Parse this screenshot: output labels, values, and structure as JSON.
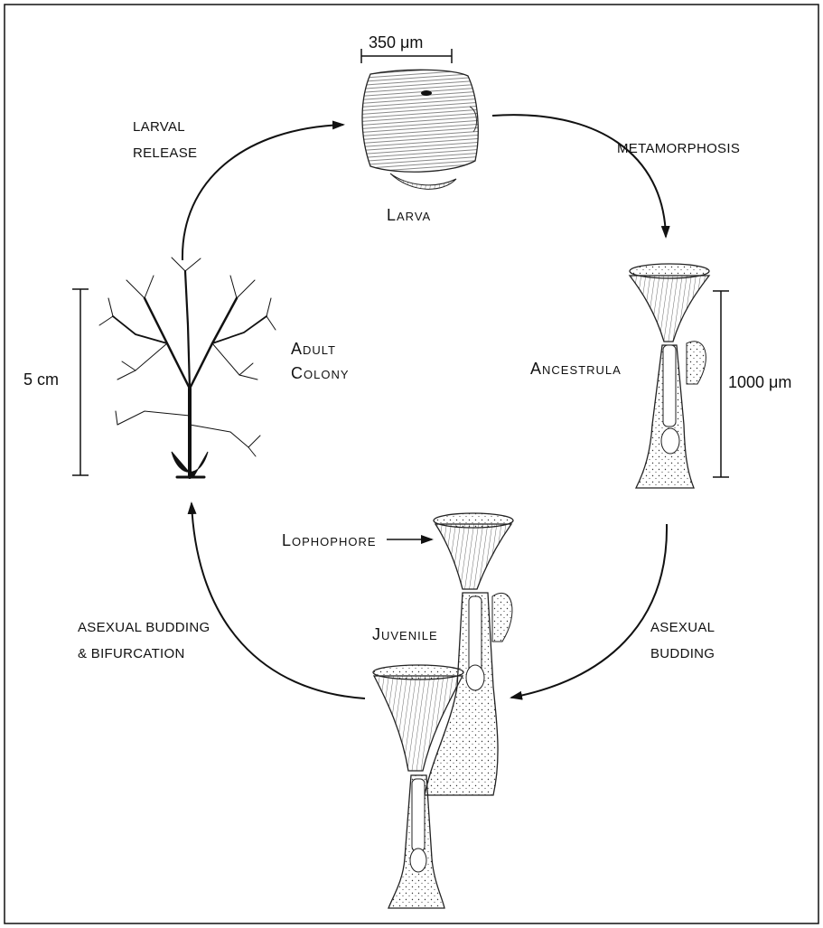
{
  "labels": {
    "scale_larva": "350 μm",
    "larval_release": [
      "LARVAL",
      "RELEASE"
    ],
    "metamorphosis": "METAMORPHOSIS",
    "larva": "Larva",
    "adult_colony": [
      "Adult",
      "Colony"
    ],
    "scale_colony": "5 cm",
    "ancestrula": "Ancestrula",
    "scale_ancestrula": "1000 μm",
    "lophophore": "Lophophore",
    "juvenile": "Juvenile",
    "asexual_budding_bifurcation": [
      "ASEXUAL BUDDING",
      "& BIFURCATION"
    ],
    "asexual_budding": [
      "ASEXUAL",
      "BUDDING"
    ]
  },
  "colors": {
    "ink": "#111111",
    "background": "#ffffff"
  }
}
